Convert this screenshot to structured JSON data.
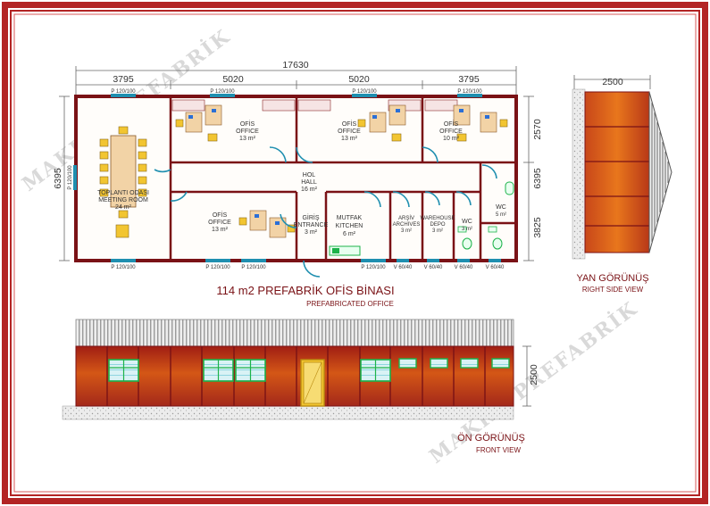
{
  "watermark": "MAKRO PREFABRİK",
  "dims": {
    "total": "17630",
    "bays": [
      "3795",
      "5020",
      "5020",
      "3795"
    ],
    "depth": "6395",
    "depth_left": "6395",
    "upper": "2570",
    "lower": "3825",
    "side_width": "2500",
    "front_height": "2500"
  },
  "openings": {
    "window": "P 120/100",
    "window_rot": "P 120/100",
    "vent": "V 60/40"
  },
  "rooms": {
    "meeting": {
      "tr": "TOPLANTI ODASI",
      "en": "MEETING ROOM",
      "area": "24 m²"
    },
    "office1": {
      "tr": "OFİS",
      "en": "OFFICE",
      "area": "13 m²"
    },
    "office2": {
      "tr": "OFİS",
      "en": "OFFICE",
      "area": "13 m²"
    },
    "office3": {
      "tr": "OFİS",
      "en": "OFFICE",
      "area": "10 m²"
    },
    "office4": {
      "tr": "OFİS",
      "en": "OFFICE",
      "area": "13 m²"
    },
    "hall": {
      "tr": "HOL",
      "en": "HALL",
      "area": "16 m²"
    },
    "entrance": {
      "tr": "GİRİŞ",
      "en": "ENTRANCE",
      "area": "3 m²"
    },
    "kitchen": {
      "tr": "MUTFAK",
      "en": "KITCHEN",
      "area": "6 m²"
    },
    "archive": {
      "tr": "ARŞİV",
      "en": "ARCHIVES",
      "area": "3 m²"
    },
    "depot": {
      "tr": "DEPO",
      "en": "WAREHOUSE",
      "area": "3 m²"
    },
    "wc1": {
      "tr": "WC",
      "area": "3 m²"
    },
    "wc2": {
      "tr": "WC",
      "area": "5 m²"
    }
  },
  "title": {
    "main": "114 m2 PREFABRİK OFİS BİNASI",
    "sub": "PREFABRICATED OFFICE"
  },
  "side_view": {
    "tr": "YAN GÖRÜNÜŞ",
    "en": "RIGHT SIDE VIEW"
  },
  "front_view": {
    "tr": "ÖN GÖRÜNÜŞ",
    "en": "FRONT VIEW"
  },
  "colors": {
    "frame": "#a51e1e",
    "wall": "#7a1216",
    "panel": "#c9471a",
    "door": "#1f8fb0",
    "green": "#1db34a",
    "door_yellow": "#f2c531"
  }
}
